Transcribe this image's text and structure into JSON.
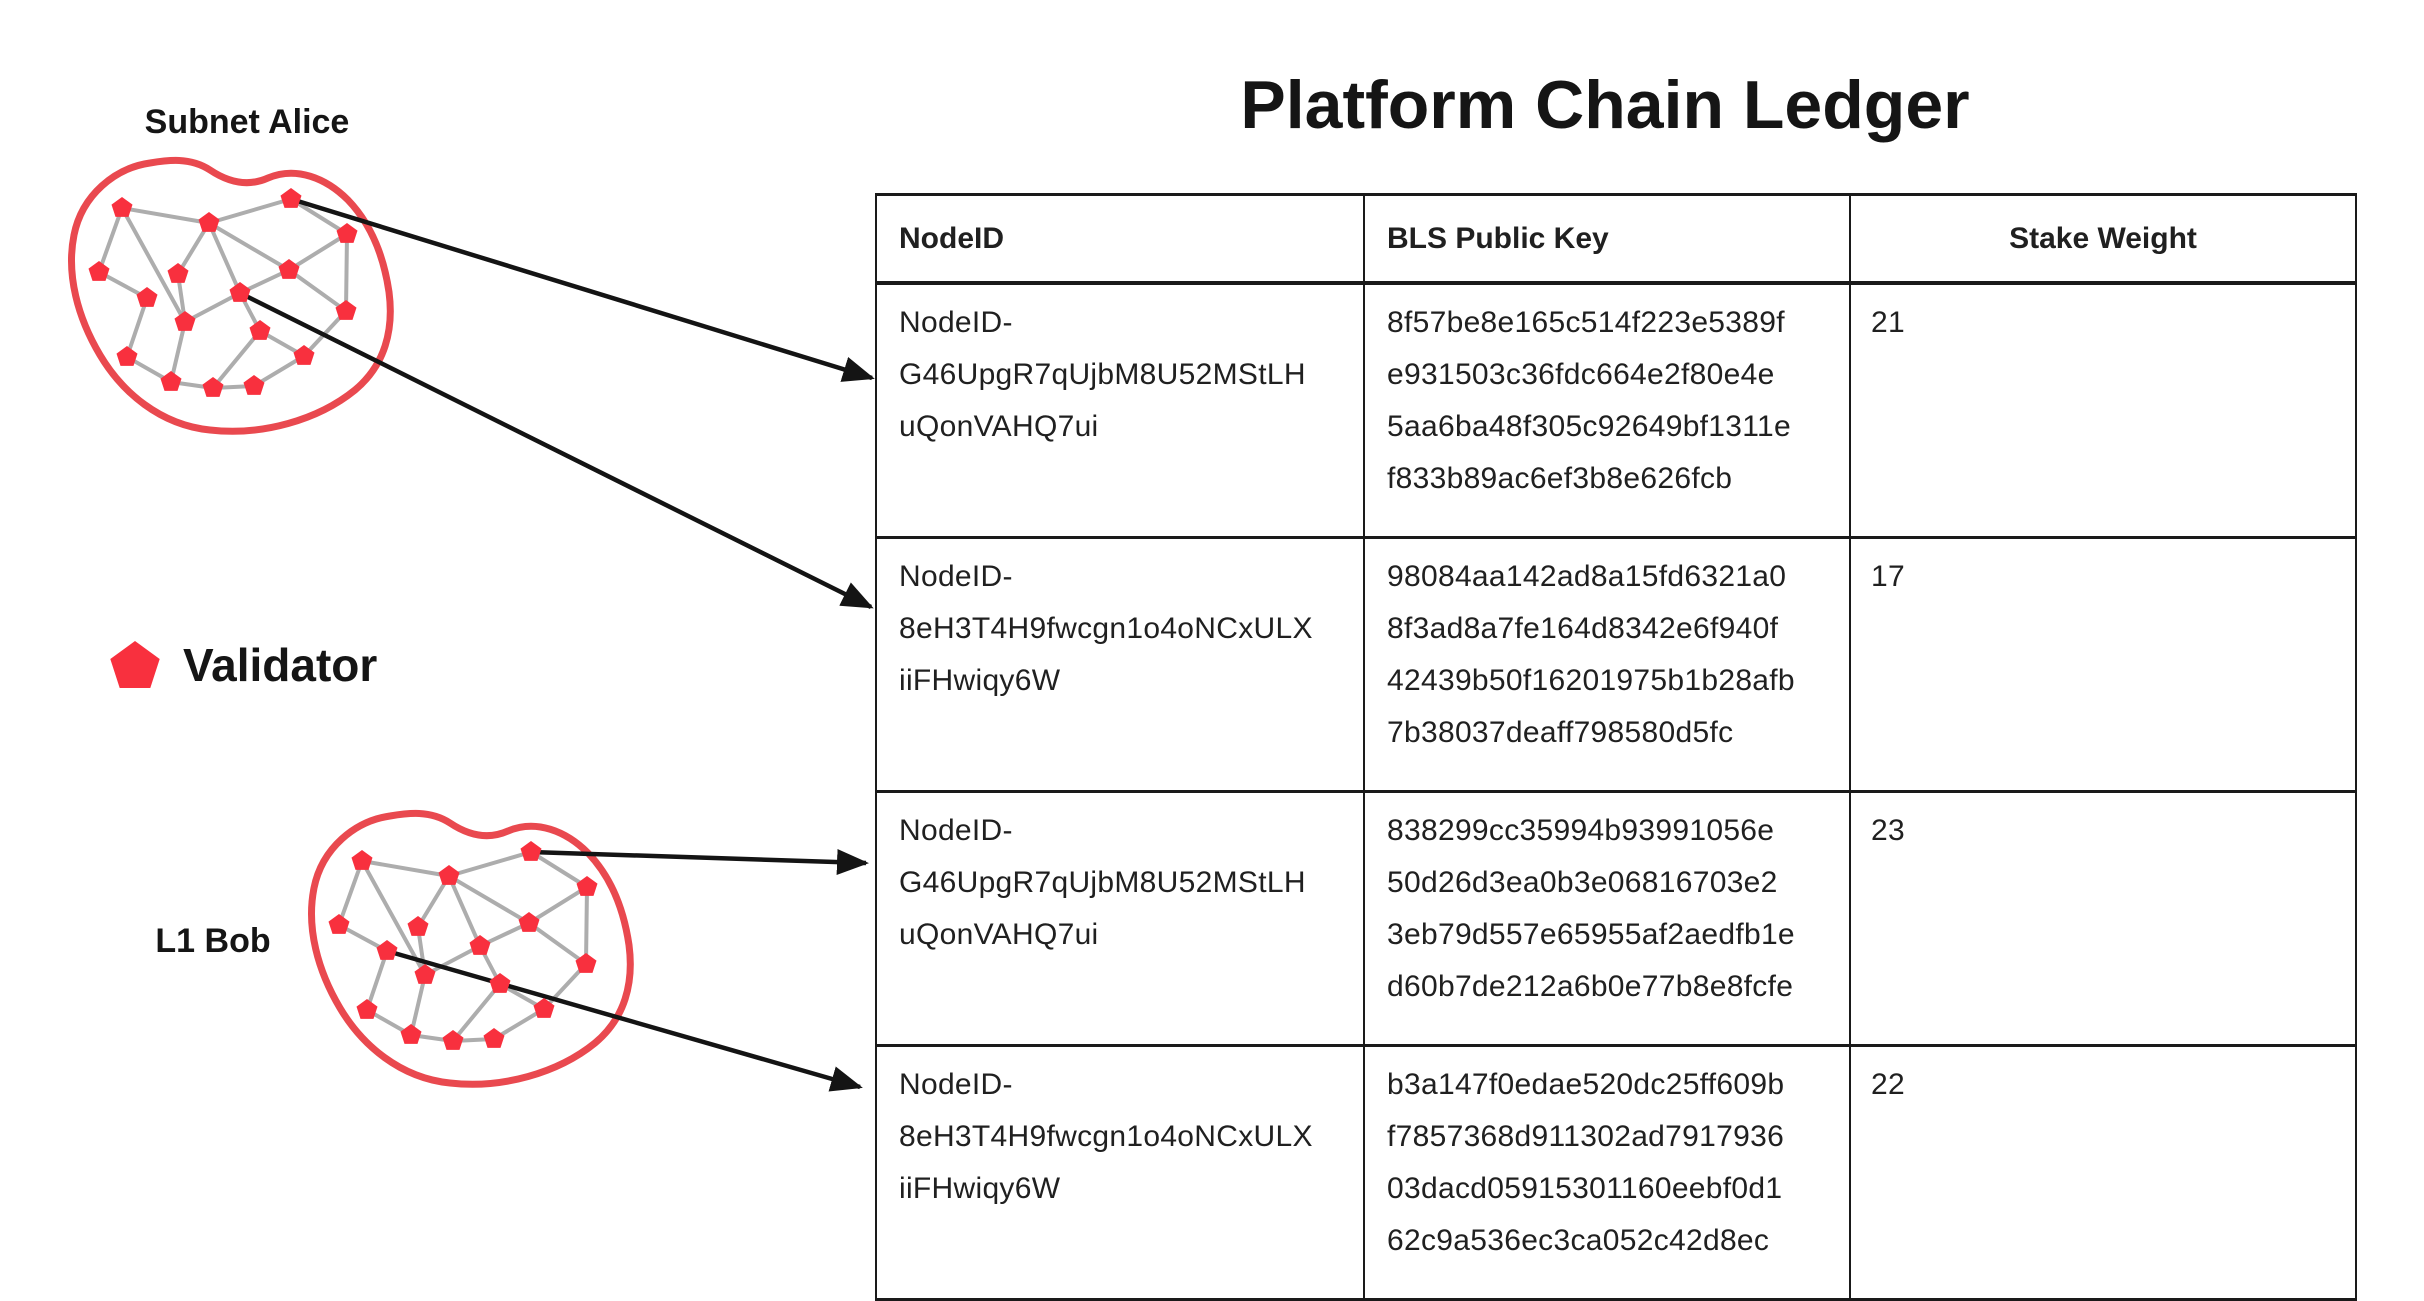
{
  "title": "Platform Chain Ledger",
  "legend": {
    "label": "Validator",
    "shape": "pentagon-icon",
    "color": "#F8303E"
  },
  "subnets": [
    {
      "label": "Subnet Alice"
    },
    {
      "label": "L1 Bob"
    }
  ],
  "colors": {
    "validator_red": "#F8303E",
    "boundary_red": "#E9494F",
    "edge_gray": "#ADADAD",
    "arrow_black": "#141414",
    "table_border": "#1a1a1a"
  },
  "table": {
    "headers": {
      "node_id": "NodeID",
      "bls": "BLS Public Key",
      "stake": "Stake Weight"
    },
    "rows": [
      {
        "node_id": "NodeID-\nG46UpgR7qUjbM8U52MStLH\nuQonVAHQ7ui",
        "bls": "8f57be8e165c514f223e5389f\ne931503c36fdc664e2f80e4e\n5aa6ba48f305c92649bf1311e\nf833b89ac6ef3b8e626fcb",
        "stake": "21"
      },
      {
        "node_id": "NodeID-\n8eH3T4H9fwcgn1o4oNCxULX\niiFHwiqy6W",
        "bls": "98084aa142ad8a15fd6321a0\n8f3ad8a7fe164d8342e6f940f\n42439b50f16201975b1b28afb\n7b38037deaff798580d5fc",
        "stake": "17"
      },
      {
        "node_id": "NodeID-\nG46UpgR7qUjbM8U52MStLH\nuQonVAHQ7ui",
        "bls": "838299cc35994b93991056e\n50d26d3ea0b3e06816703e2\n3eb79d557e65955af2aedfb1e\nd60b7de212a6b0e77b8e8fcfe",
        "stake": "23"
      },
      {
        "node_id": "NodeID-\n8eH3T4H9fwcgn1o4oNCxULX\niiFHwiqy6W",
        "bls": "b3a147f0edae520dc25ff609b\nf7857368d911302ad7917936\n03dacd05915301160eebf0d1\n62c9a536ec3ca052c42d8ec",
        "stake": "22"
      }
    ]
  }
}
